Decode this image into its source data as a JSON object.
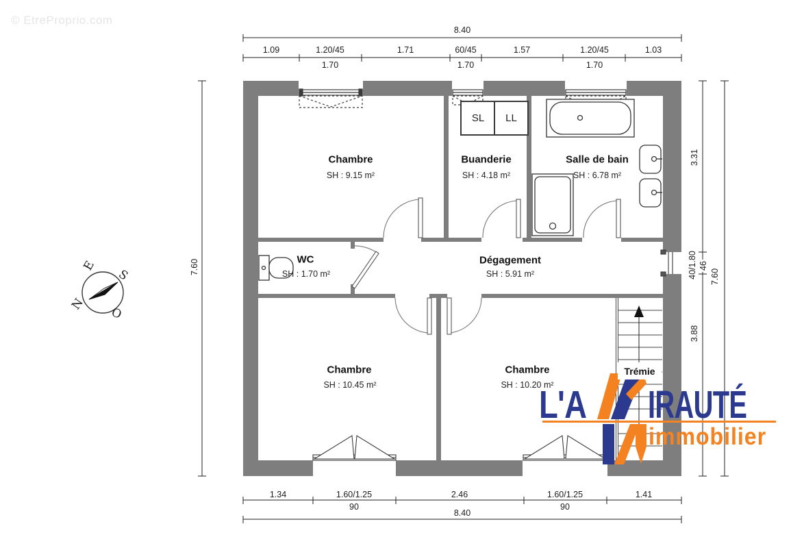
{
  "watermark": "© EtreProprio.com",
  "compass": {
    "n": "N",
    "e": "E",
    "s": "S",
    "o": "O"
  },
  "dimensions": {
    "top": {
      "total": "8.40",
      "segments": [
        "1.09",
        "1.20/45",
        "1.71",
        "60/45",
        "1.57",
        "1.20/45",
        "1.03"
      ],
      "subs": [
        "1.70",
        "1.70",
        "1.70"
      ]
    },
    "bottom": {
      "total": "8.40",
      "segments": [
        "1.34",
        "1.60/1.25",
        "2.46",
        "1.60/1.25",
        "1.41"
      ],
      "subs": [
        "90",
        "90"
      ]
    },
    "left": {
      "total": "7.60"
    },
    "right": {
      "total": "7.60",
      "segments": [
        "3.31",
        "40/1.80",
        "46",
        "3.88"
      ]
    }
  },
  "rooms": [
    {
      "name": "Chambre",
      "area": "SH : 9.15 m²"
    },
    {
      "name": "Buanderie",
      "area": "SH : 4.18 m²"
    },
    {
      "name": "Salle de bain",
      "area": "SH : 6.78 m²"
    },
    {
      "name": "WC",
      "area": "SH : 1.70 m²"
    },
    {
      "name": "Dégagement",
      "area": "SH : 5.91 m²"
    },
    {
      "name": "Chambre",
      "area": "SH : 10.45 m²"
    },
    {
      "name": "Chambre",
      "area": "SH : 10.20 m²"
    },
    {
      "name": "Trémie",
      "area": ""
    }
  ],
  "appliances": {
    "dryer": "SL",
    "washer": "LL"
  },
  "logo": {
    "part1": "L'A",
    "part2": "IRAUTÉ",
    "part3": "immobilier",
    "blue": "#2b3a8f",
    "orange": "#f58220"
  },
  "colors": {
    "wall": "#7e7e7e"
  }
}
